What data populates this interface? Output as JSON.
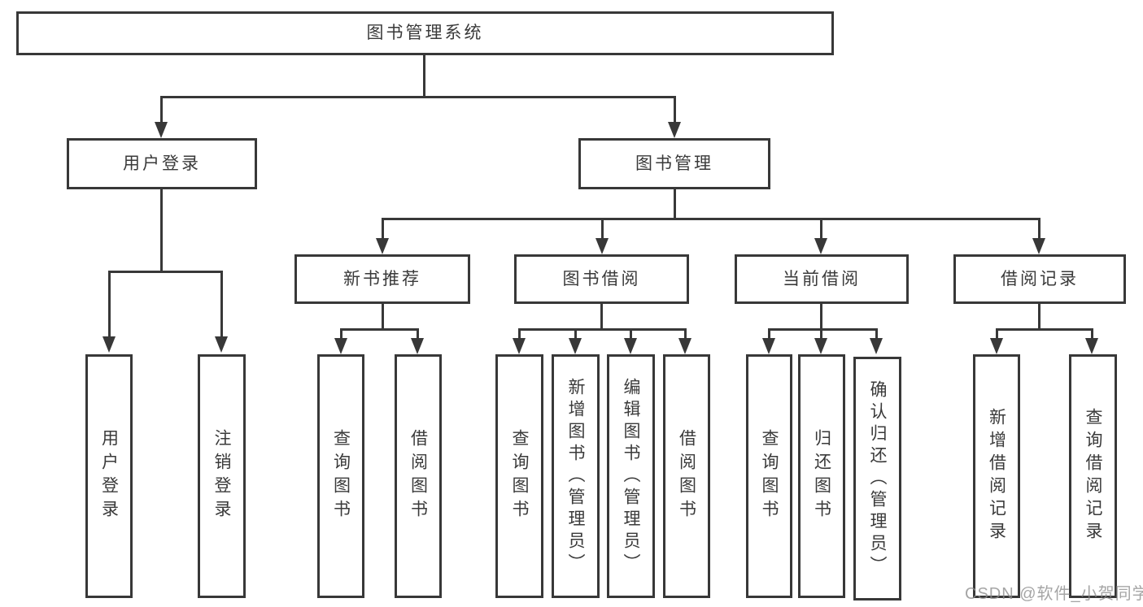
{
  "diagram": {
    "type": "hierarchy-tree",
    "orientation": "top-down",
    "colors": {
      "line": "#383838",
      "box_border": "#383838",
      "text": "#3a3a3a",
      "background": "#ffffff",
      "watermark": "#8c8c8c"
    }
  },
  "nodes": {
    "root": {
      "label": "图书管理系统"
    },
    "user_login": {
      "label": "用户登录",
      "children": [
        {
          "label": "用户登录"
        },
        {
          "label": "注销登录"
        }
      ]
    },
    "book_management": {
      "label": "图书管理",
      "children": [
        {
          "label": "新书推荐",
          "children": [
            {
              "label": "查询图书"
            },
            {
              "label": "借阅图书"
            }
          ]
        },
        {
          "label": "图书借阅",
          "children": [
            {
              "label": "查询图书"
            },
            {
              "label": "新增图书（管理员）"
            },
            {
              "label": "编辑图书（管理员）"
            },
            {
              "label": "借阅图书"
            }
          ]
        },
        {
          "label": "当前借阅",
          "children": [
            {
              "label": "查询图书"
            },
            {
              "label": "归还图书"
            },
            {
              "label": "确认归还（管理员）"
            }
          ]
        },
        {
          "label": "借阅记录",
          "children": [
            {
              "label": "新增借阅记录"
            },
            {
              "label": "查询借阅记录"
            }
          ]
        }
      ]
    }
  },
  "watermark": {
    "text": "CSDN @软件_小贺同学"
  }
}
